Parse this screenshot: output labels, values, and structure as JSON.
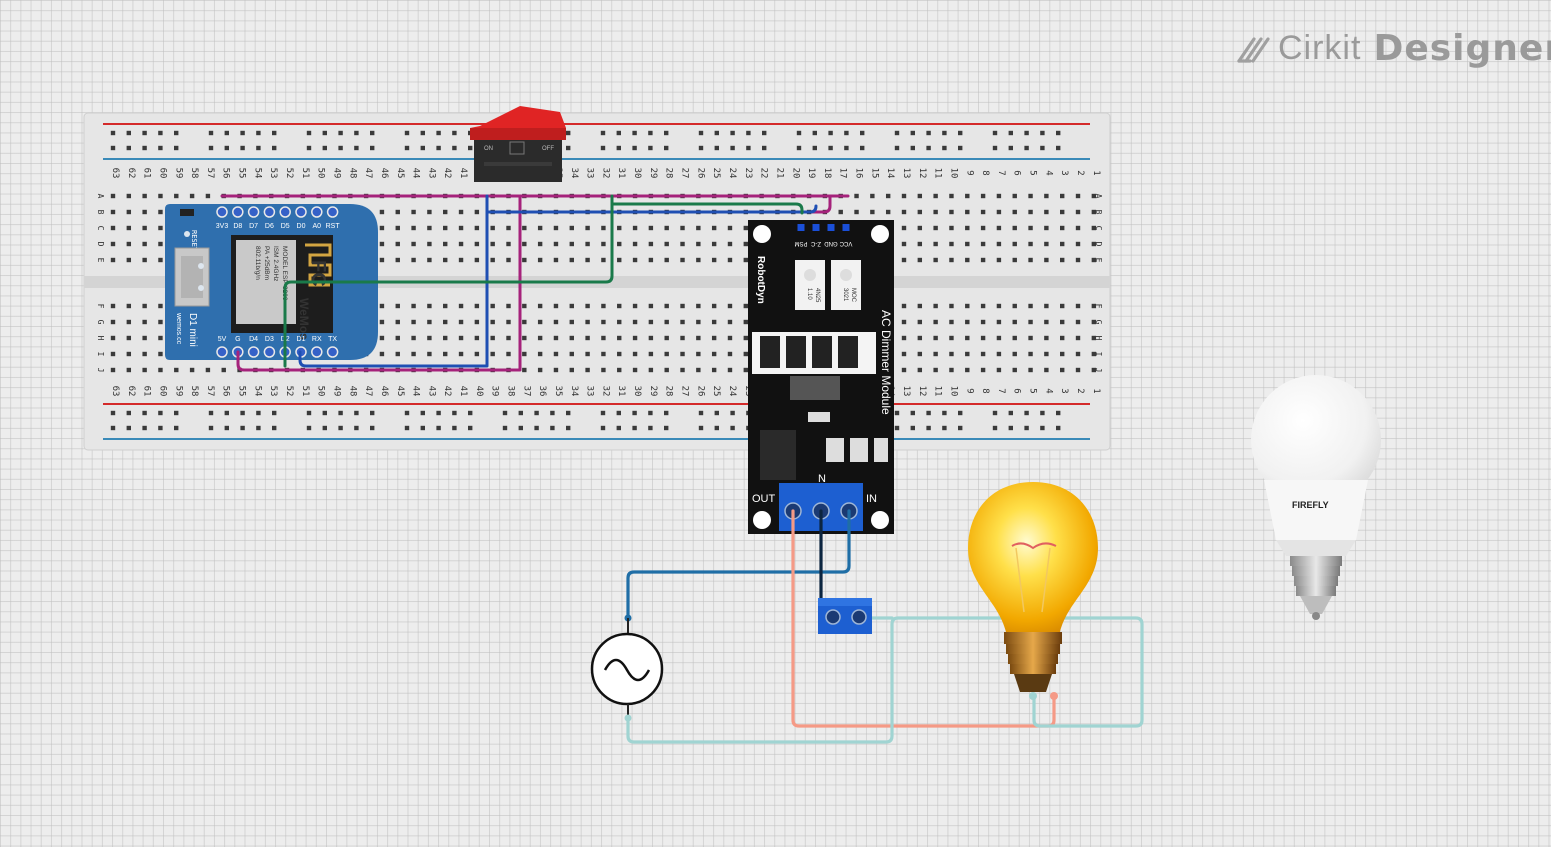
{
  "watermark": {
    "brand": "Cirkit",
    "product": "Designer",
    "icon": "cirkit-logo-icon"
  },
  "breadboard": {
    "row_labels_top": [
      "A",
      "B",
      "C",
      "D",
      "E"
    ],
    "row_labels_bottom": [
      "F",
      "G",
      "H",
      "I",
      "J"
    ],
    "columns_high": 63,
    "columns_low": 1
  },
  "wemos": {
    "top_pins": [
      "3V3",
      "D8",
      "D7",
      "D6",
      "D5",
      "D0",
      "A0",
      "RST"
    ],
    "bottom_pins": [
      "5V",
      "G",
      "D4",
      "D3",
      "D2",
      "D1",
      "RX",
      "TX"
    ],
    "reset_label": "RESET",
    "fcc_label": "FC",
    "module_text": [
      "MODEL ESP-8266",
      "ISM 2.4GHz",
      "PA +25dBm",
      "802.11b/g/n"
    ],
    "brand": "WeMos",
    "board_name": "D1 mini",
    "url": "wemos.cc"
  },
  "switch": {
    "on": "ON",
    "off": "OFF"
  },
  "dimmer": {
    "title": "AC Dimmer Module",
    "pins": [
      "VCC",
      "GND",
      "Z-C",
      "PSM"
    ],
    "brand": "RobotDyn",
    "out": "OUT",
    "n": "N",
    "in": "IN",
    "ic1": [
      "4N25",
      "1.10"
    ],
    "ic2": [
      "MOC",
      "3021"
    ]
  },
  "bulb2": {
    "brand": "FIREFLY"
  }
}
